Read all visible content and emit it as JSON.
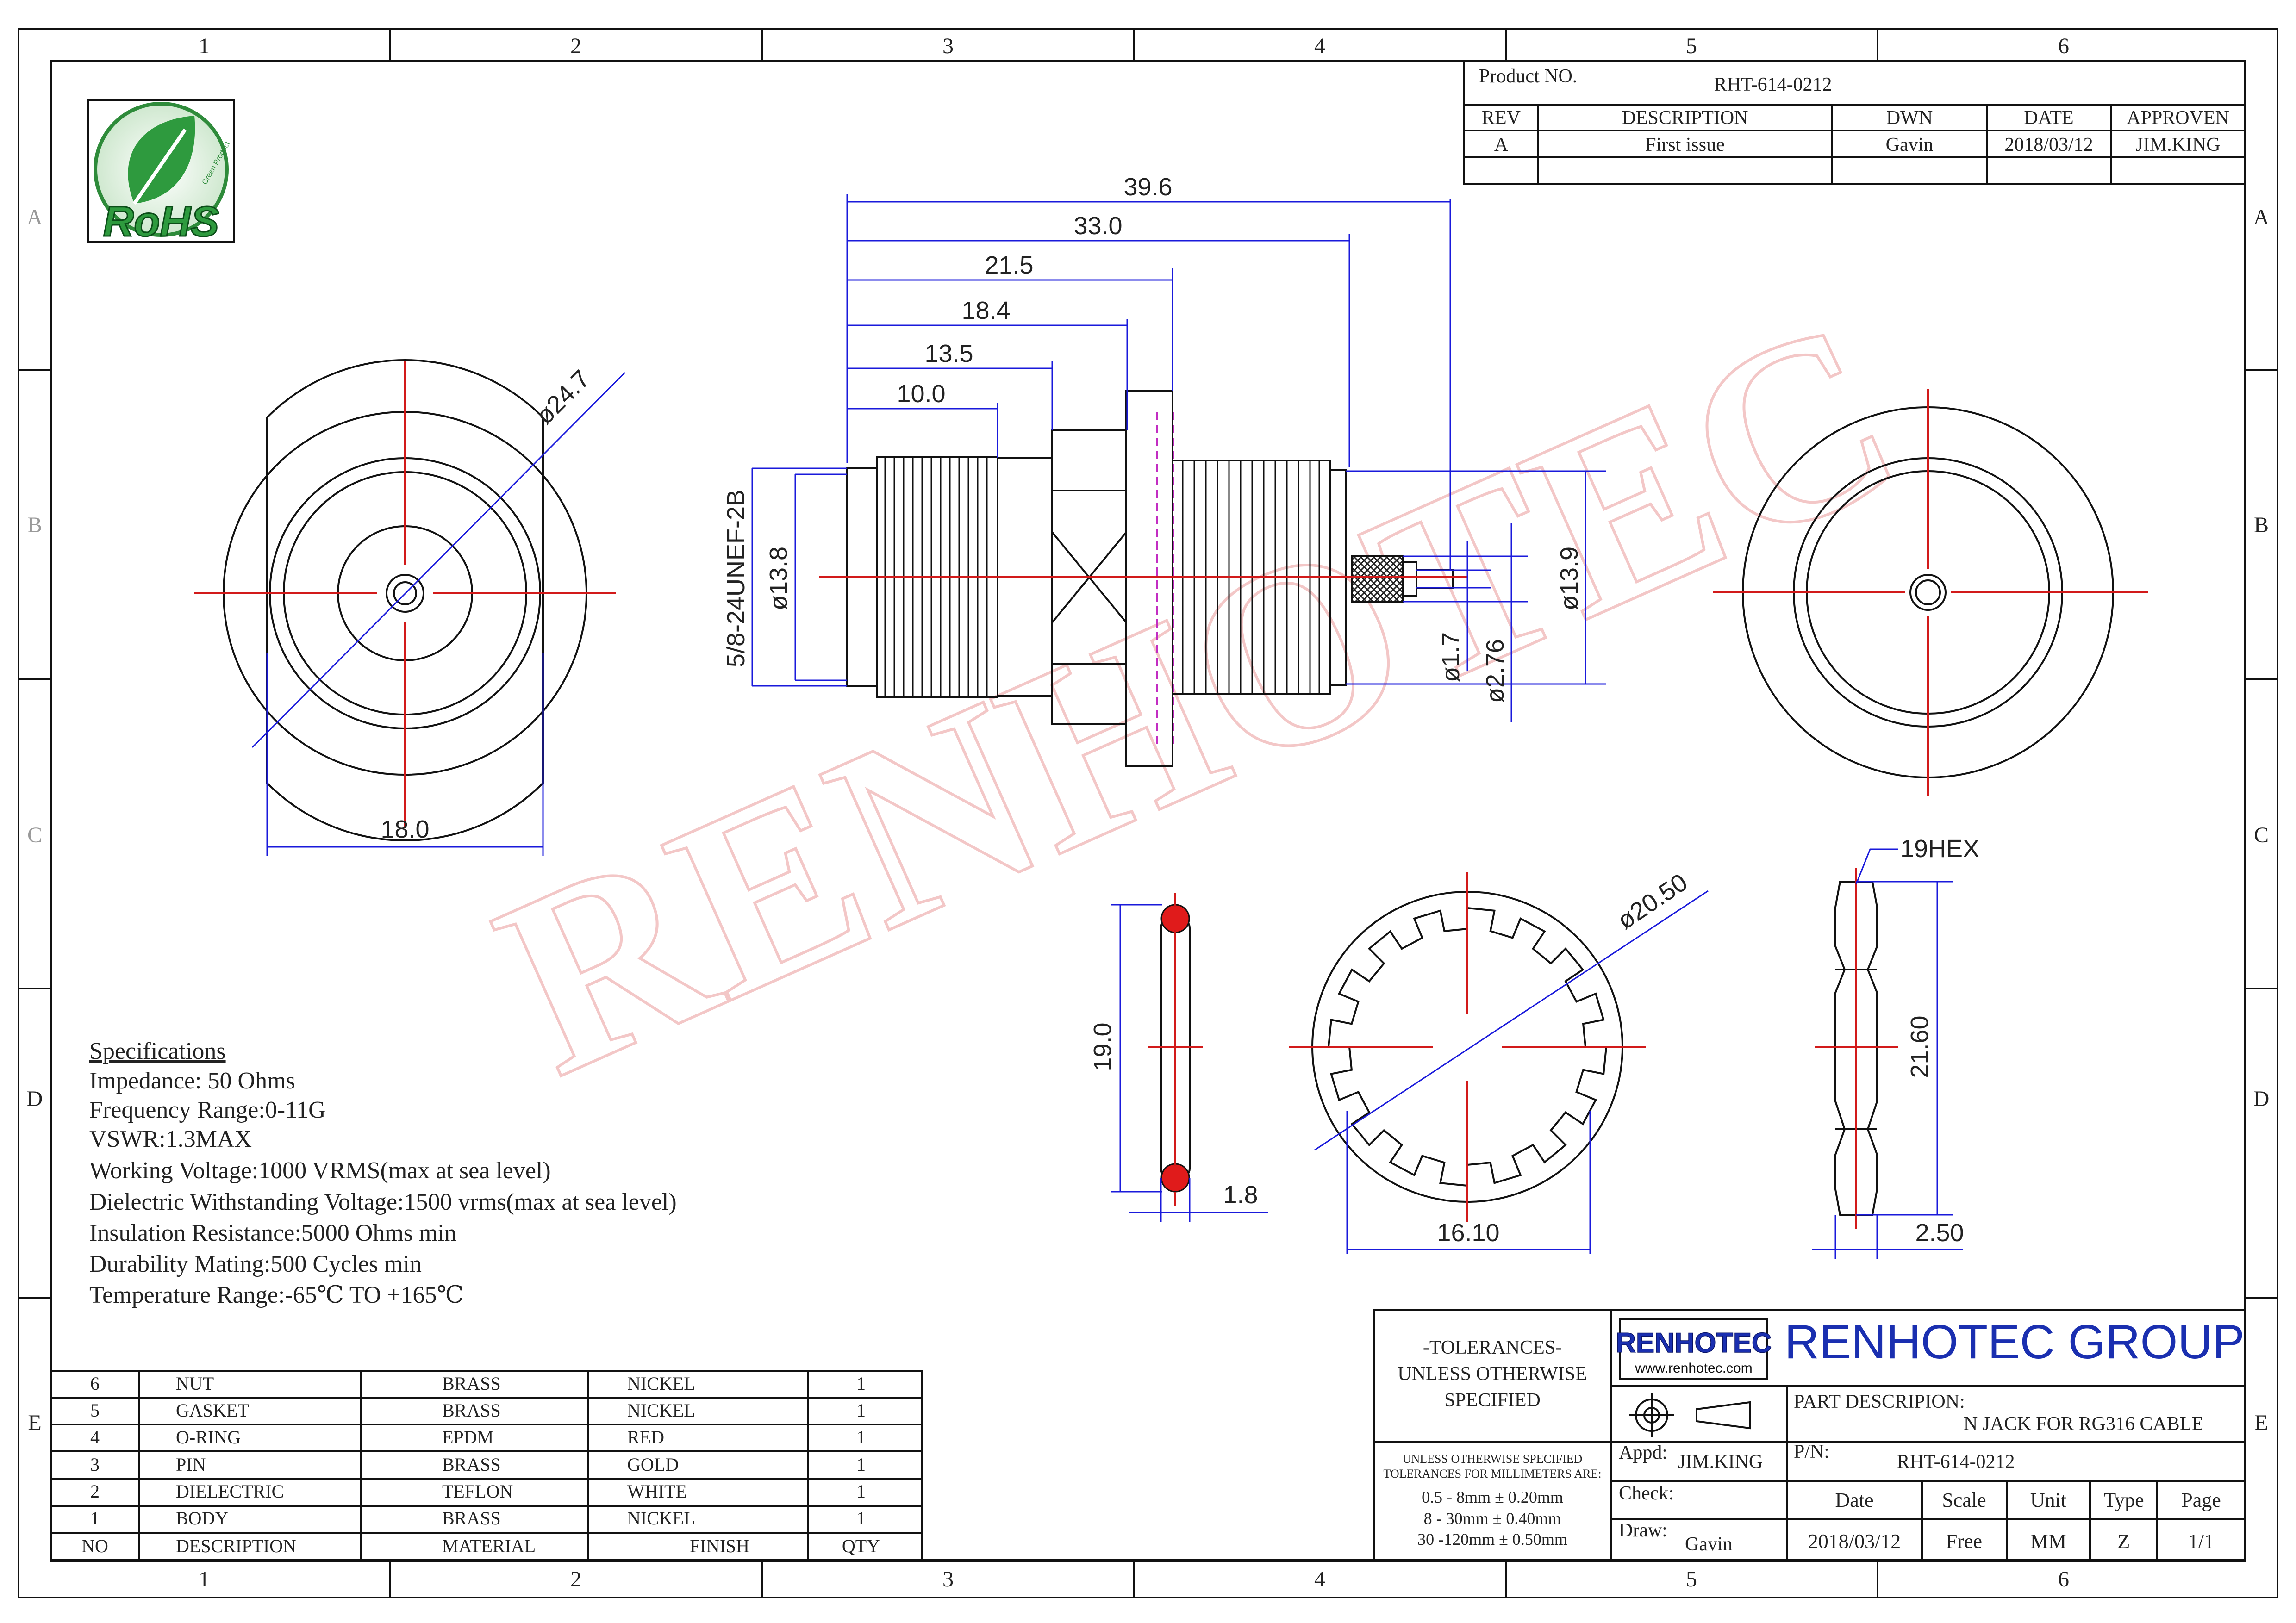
{
  "frame": {
    "columns": [
      "1",
      "2",
      "3",
      "4",
      "5",
      "6"
    ],
    "rows": [
      "A",
      "B",
      "C",
      "D",
      "E"
    ]
  },
  "rohs": {
    "label": "RoHS",
    "ring_text": "Green Product"
  },
  "watermark": "RENHOTEC",
  "header": {
    "product_no_label": "Product NO.",
    "product_no": "RHT-614-0212",
    "columns": [
      "REV",
      "DESCRIPTION",
      "DWN",
      "DATE",
      "APPROVEN"
    ],
    "rows": [
      [
        "A",
        "First issue",
        "Gavin",
        "2018/03/12",
        "JIM.KING"
      ]
    ]
  },
  "dimensions": {
    "front_diameter": "ø24.7",
    "front_flat": "18.0",
    "length_total": "39.6",
    "length_33": "33.0",
    "length_21": "21.5",
    "length_18": "18.4",
    "length_13": "13.5",
    "length_10": "10.0",
    "thread": "5/8-24UNEF-2B",
    "thread_dia": "ø13.8",
    "body_dia": "ø13.9",
    "pin_dia": "ø1.7",
    "pin_outer": "ø2.76",
    "oring_height": "19.0",
    "oring_width": "1.8",
    "gasket_od": "ø20.50",
    "gasket_id": "16.10",
    "nut_hex": "19HEX",
    "nut_height": "21.60",
    "nut_thickness": "2.50"
  },
  "specs": {
    "title": "Specifications",
    "lines": [
      "Impedance: 50 Ohms",
      "Frequency Range:0-11G",
      "VSWR:1.3MAX",
      "Working Voltage:1000 VRMS(max at sea level)",
      "Dielectric Withstanding Voltage:1500 vrms(max at sea level)",
      "Insulation Resistance:5000 Ohms min",
      "Durability Mating:500 Cycles min",
      "Temperature Range:-65℃ TO +165℃"
    ]
  },
  "bom": {
    "headers": [
      "NO",
      "DESCRIPTION",
      "MATERIAL",
      "FINISH",
      "QTY"
    ],
    "rows": [
      [
        "6",
        "NUT",
        "BRASS",
        "NICKEL",
        "1"
      ],
      [
        "5",
        "GASKET",
        "BRASS",
        "NICKEL",
        "1"
      ],
      [
        "4",
        "O-RING",
        "EPDM",
        "RED",
        "1"
      ],
      [
        "3",
        "PIN",
        "BRASS",
        "GOLD",
        "1"
      ],
      [
        "2",
        "DIELECTRIC",
        "TEFLON",
        "WHITE",
        "1"
      ],
      [
        "1",
        "BODY",
        "BRASS",
        "NICKEL",
        "1"
      ]
    ]
  },
  "title_block": {
    "tolerance_heading": [
      "-TOLERANCES-",
      "UNLESS OTHERWISE",
      "SPECIFIED"
    ],
    "tolerance_note": [
      "UNLESS OTHERWISE SPECIFIED",
      "TOLERANCES FOR MILLIMETERS ARE:"
    ],
    "tolerance_lines": [
      "0.5 - 8mm ± 0.20mm",
      "8 - 30mm ± 0.40mm",
      "30 -120mm ± 0.50mm"
    ],
    "logo_text": "RENHOTEC",
    "logo_url": "www.renhotec.com",
    "company": "RENHOTEC GROUP",
    "part_desc_label": "PART DESCRIPION:",
    "part_desc": "N JACK FOR RG316 CABLE",
    "appd_label": "Appd:",
    "appd": "JIM.KING",
    "pn_label": "P/N:",
    "pn": "RHT-614-0212",
    "check_label": "Check:",
    "draw_label": "Draw:",
    "draw": "Gavin",
    "info_headers": [
      "Date",
      "Scale",
      "Unit",
      "Type",
      "Page"
    ],
    "info_values": [
      "2018/03/12",
      "Free",
      "MM",
      "Z",
      "1/1"
    ]
  }
}
